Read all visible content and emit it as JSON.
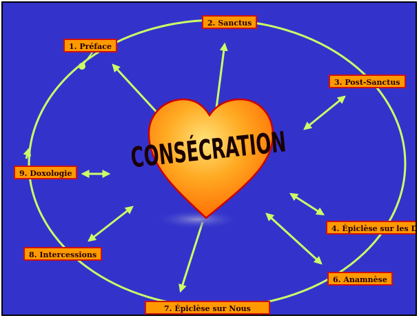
{
  "center": {
    "label": "CONSÉCRATION"
  },
  "steps": [
    {
      "number": "1.",
      "title": "Préface"
    },
    {
      "number": "2.",
      "title": "Sanctus"
    },
    {
      "number": "3.",
      "title": "Post-Sanctus"
    },
    {
      "number": "4.",
      "title": "Épiclèse sur les Dons"
    },
    {
      "number": "6.",
      "title": "Anamnèse"
    },
    {
      "number": "7.",
      "title": "Épiclèse sur Nous"
    },
    {
      "number": "8.",
      "title": "Intercessions"
    },
    {
      "number": "9.",
      "title": "Doxologie"
    }
  ],
  "colors": {
    "background": "#3333cc",
    "arrow": "#ccff66",
    "label_fill": "#ff9900",
    "label_border": "#cc1111",
    "heart_fill": "#ff8800",
    "heart_text": "#1a0000"
  }
}
